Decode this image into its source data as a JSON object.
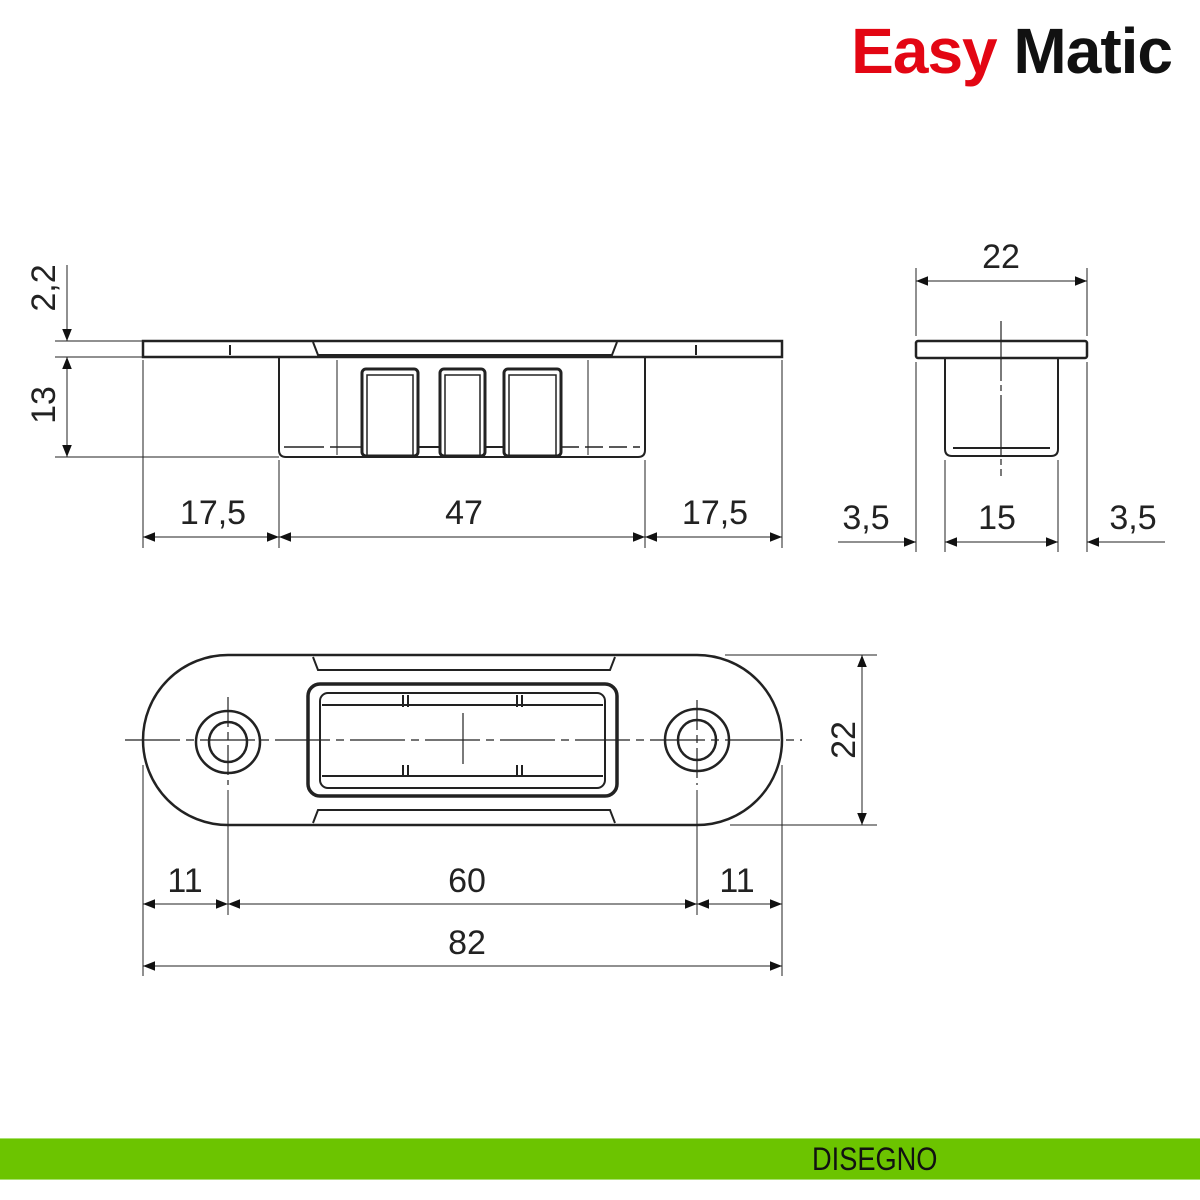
{
  "brand": {
    "part1": "Easy",
    "part2": "Matic",
    "color1": "#e30613",
    "color2": "#111111"
  },
  "front_view": {
    "dim_plate_thickness": "2,2",
    "dim_body_depth": "13",
    "dim_left": "17,5",
    "dim_body_width": "47",
    "dim_right": "17,5"
  },
  "side_view": {
    "dim_total_width": "22",
    "dim_left": "3,5",
    "dim_body": "15",
    "dim_right": "3,5"
  },
  "top_view": {
    "dim_height": "22",
    "dim_left": "11",
    "dim_hole_spacing": "60",
    "dim_right": "11",
    "dim_total_length": "82"
  },
  "footer": {
    "label": "DISEGNO",
    "color": "#6cc400"
  }
}
